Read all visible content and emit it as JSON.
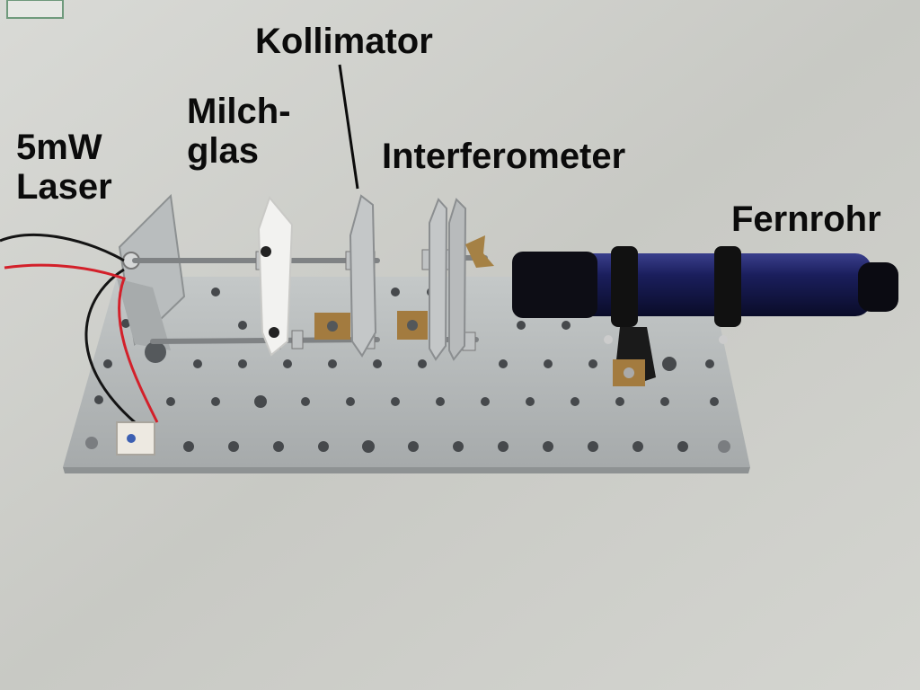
{
  "labels": {
    "laser": {
      "line1": "5mW",
      "line2": "Laser"
    },
    "milchglas": {
      "line1": "Milch-",
      "line2": "glas"
    },
    "kollimator": "Kollimator",
    "interferometer": "Interferometer",
    "fernrohr": "Fernrohr"
  },
  "colors": {
    "background": "#cfd0cc",
    "baseplate": "#b4b8b8",
    "telescope_tube": "#1b1f5a",
    "milk_glass": "#f2f2f0",
    "wire_red": "#d3202a",
    "wire_black": "#141414",
    "text": "#0b0b0b"
  }
}
